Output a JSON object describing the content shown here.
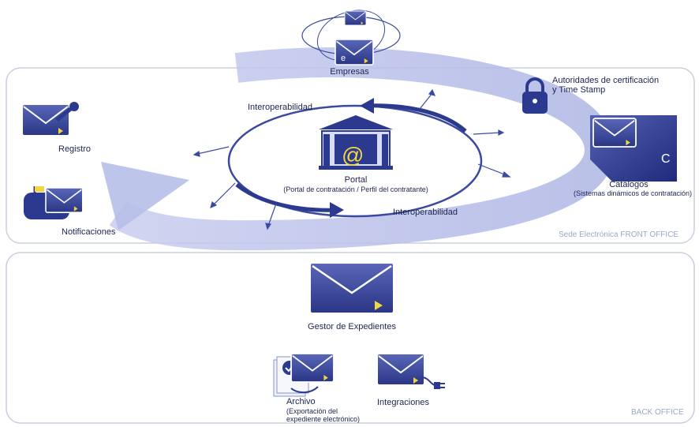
{
  "title": "",
  "colors": {
    "navy": "#2b3a8f",
    "lavender": "#bcc3ec",
    "panel_border": "#c9cfe0",
    "zone_text": "#9aa8c8"
  },
  "top": {
    "empresas": "Empresas",
    "envelope_letter": "e"
  },
  "front_office": {
    "zone_label": "Sede Electrónica FRONT OFFICE",
    "autoridades_line1": "Autoridades de certificación",
    "autoridades_line2": "y Time Stamp",
    "interop_top": "Interoperabilidad",
    "interop_bottom": "Interoperabilidad",
    "portal_title": "Portal",
    "portal_subtitle": "(Portal de contratación / Perfil del contratante)",
    "portal_symbol": "@",
    "registro": "Registro",
    "notificaciones": "Notificaciones",
    "catalogos_title": "Catálogos",
    "catalogos_subtitle": "(Sistemas dinámicos de contratación)",
    "catalogos_letter": "C"
  },
  "back_office": {
    "zone_label": "BACK OFFICE",
    "gestor": "Gestor de Expedientes",
    "archivo_title": "Archivo",
    "archivo_sub1": "(Exportación del",
    "archivo_sub2": "expediente electrónico)",
    "integraciones": "Integraciones"
  },
  "icons": [
    "envelope-icon",
    "lock-icon",
    "bank-icon",
    "mailbox-icon",
    "stamp-icon",
    "catalog-icon",
    "archive-icon",
    "plug-icon"
  ]
}
